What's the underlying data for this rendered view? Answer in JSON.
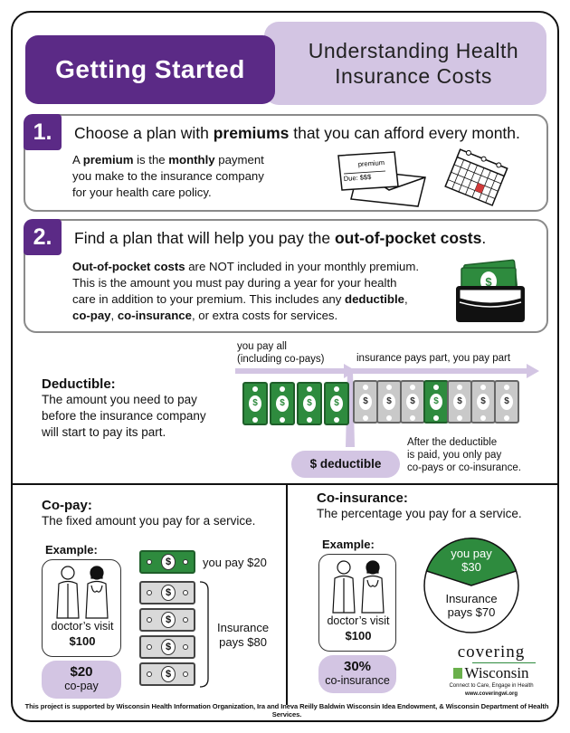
{
  "header": {
    "getting_started": "Getting Started",
    "title_line1": "Understanding Health",
    "title_line2": "Insurance Costs"
  },
  "step1": {
    "number": "1.",
    "title_pre": "Choose a plan with ",
    "title_bold": "premiums",
    "title_post": " that you can afford every month.",
    "body_a": "A ",
    "body_b": "premium",
    "body_c": " is the ",
    "body_d": "monthly",
    "body_e": " payment",
    "body_f": "you make to the insurance company",
    "body_g": "for your health care policy.",
    "bill_label_premium": "premium",
    "bill_label_due": "Due: $$$"
  },
  "step2": {
    "number": "2.",
    "title_pre": "Find a plan that will help you pay the ",
    "title_bold": "out-of-pocket costs",
    "title_post": ".",
    "body_l1_bold": "Out-of-pocket costs",
    "body_l1_rest": " are NOT included in your monthly premium.",
    "body_l2": "This is the amount you must pay during a year for your health",
    "body_l3_pre": "care in addition to your premium. This includes any ",
    "body_l3_bold": "deductible",
    "body_l3_post": ",",
    "body_l4_b1": "co-pay",
    "body_l4_m": ", ",
    "body_l4_b2": "co-insurance",
    "body_l4_post": ", or extra costs for services."
  },
  "deductible": {
    "title": "Deductible:",
    "desc_l1": "The amount you need to pay",
    "desc_l2": "before the insurance company",
    "desc_l3": "will start to pay its part.",
    "arrow1_l1": "you pay all",
    "arrow1_l2": "(including co-pays)",
    "arrow2": "insurance pays part, you pay part",
    "badge": "$ deductible",
    "after_l1": "After the deductible",
    "after_l2": "is paid, you only pay",
    "after_l3": "co-pays or co-insurance."
  },
  "copay": {
    "title": "Co-pay:",
    "desc": "The fixed amount you pay for a service.",
    "example": "Example:",
    "visit": "doctor’s visit",
    "amount": "$100",
    "pill_amount": "$20",
    "pill_label": "co-pay",
    "you_pay": "you pay $20",
    "ins_l1": "Insurance",
    "ins_l2": "pays $80"
  },
  "coins": {
    "title": "Co-insurance:",
    "desc": "The percentage you pay for a service.",
    "example": "Example:",
    "visit": "doctor’s visit",
    "amount": "$100",
    "pill_amount": "30%",
    "pill_label": "co-insurance",
    "pie_l1": "you pay",
    "pie_l2": "$30",
    "pie_l3": "Insurance",
    "pie_l4": "pays $70"
  },
  "logo": {
    "word1": "covering",
    "word2": "Wisconsin",
    "tagline": "Connect to Care, Engage in Health",
    "url": "www.coveringwi.org"
  },
  "footer": "This project is supported by Wisconsin Health Information Organization, Ira and Ineva Reilly Baldwin Wisconsin Idea Endowment, & Wisconsin Department of Health Services.",
  "colors": {
    "purple": "#5b2a86",
    "lavender": "#d3c5e3",
    "green": "#2e8b3e"
  },
  "icons": [
    "bill-envelope-icon",
    "calendar-icon",
    "wallet-icon",
    "dollar-bill-icon",
    "doctor-icon"
  ]
}
